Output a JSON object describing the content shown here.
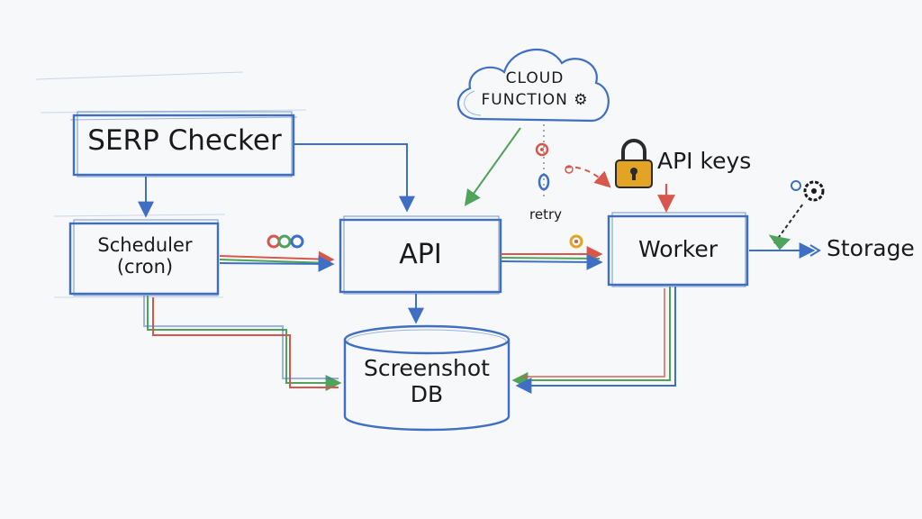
{
  "nodes": {
    "serp_checker": "SERP Checker",
    "scheduler": [
      "Scheduler",
      "(cron)"
    ],
    "api": "API",
    "worker": "Worker",
    "db": [
      "Screenshot",
      "DB"
    ],
    "cloud": [
      "CLOUD",
      "FUNCTION"
    ],
    "api_keys": "API keys",
    "storage": "Storage",
    "retry": "retry"
  },
  "colors": {
    "box": "#3f6fc4",
    "green": "#4fa35a",
    "red": "#d8574d",
    "text": "#1a1a1a",
    "lock": "#e3a324"
  },
  "icons": [
    "lock-icon",
    "gear-icon",
    "plug-icon",
    "retry-marker-icon",
    "status-dots-icon"
  ]
}
